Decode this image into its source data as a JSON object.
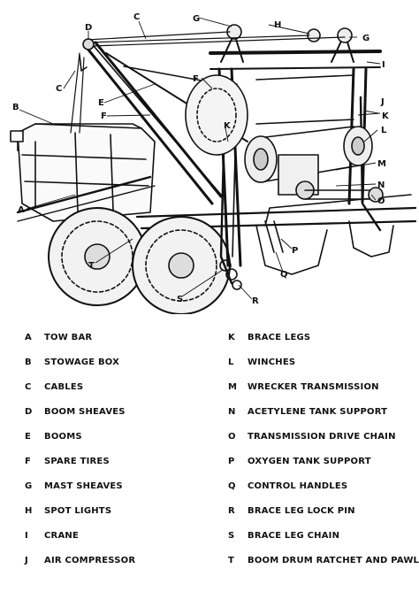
{
  "callouts": [
    "A",
    "B",
    "C",
    "C",
    "D",
    "E",
    "F",
    "F",
    "G",
    "G",
    "H",
    "I",
    "J",
    "K",
    "K",
    "L",
    "M",
    "N",
    "O",
    "P",
    "Q",
    "R",
    "S",
    "T"
  ],
  "legend": {
    "left": [
      {
        "letter": "A",
        "label": "TOW BAR"
      },
      {
        "letter": "B",
        "label": "STOWAGE BOX"
      },
      {
        "letter": "C",
        "label": "CABLES"
      },
      {
        "letter": "D",
        "label": "BOOM SHEAVES"
      },
      {
        "letter": "E",
        "label": "BOOMS"
      },
      {
        "letter": "F",
        "label": "SPARE TIRES"
      },
      {
        "letter": "G",
        "label": "MAST SHEAVES"
      },
      {
        "letter": "H",
        "label": "SPOT LIGHTS"
      },
      {
        "letter": "I",
        "label": "CRANE"
      },
      {
        "letter": "J",
        "label": "AIR COMPRESSOR"
      }
    ],
    "right": [
      {
        "letter": "K",
        "label": "BRACE LEGS"
      },
      {
        "letter": "L",
        "label": "WINCHES"
      },
      {
        "letter": "M",
        "label": "WRECKER TRANSMISSION"
      },
      {
        "letter": "N",
        "label": "ACETYLENE TANK SUPPORT"
      },
      {
        "letter": "O",
        "label": "TRANSMISSION DRIVE CHAIN"
      },
      {
        "letter": "P",
        "label": "OXYGEN TANK SUPPORT"
      },
      {
        "letter": "Q",
        "label": "CONTROL HANDLES"
      },
      {
        "letter": "R",
        "label": "BRACE LEG LOCK PIN"
      },
      {
        "letter": "S",
        "label": "BRACE LEG CHAIN"
      },
      {
        "letter": "T",
        "label": "BOOM DRUM RATCHET AND PAWL"
      }
    ]
  }
}
